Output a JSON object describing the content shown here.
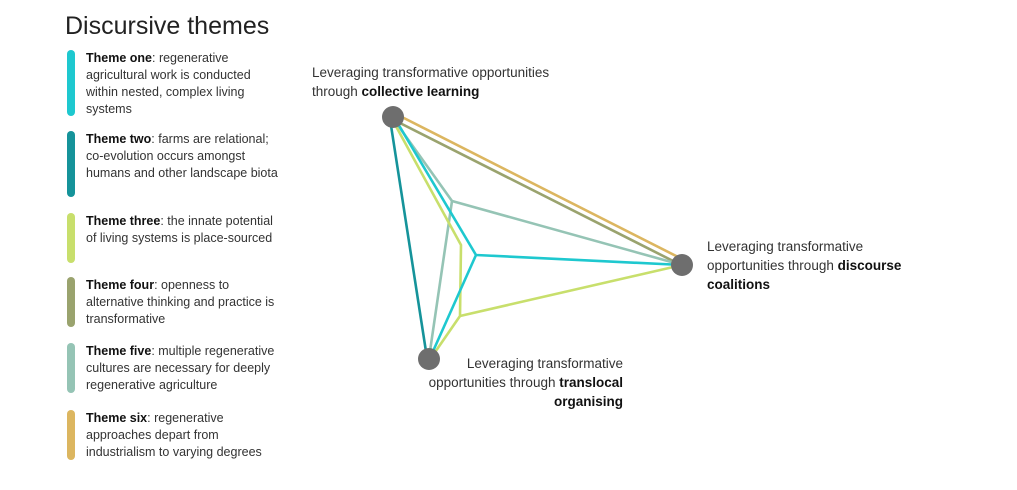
{
  "title": "Discursive themes",
  "themes": [
    {
      "name": "Theme one",
      "desc": ": regenerative agricultural work is conducted within nested, complex living systems",
      "color": "#1ec8cf"
    },
    {
      "name": "Theme two",
      "desc": ": farms are relational; co-evolution occurs amongst humans and other landscape biota",
      "color": "#15939a"
    },
    {
      "name": "Theme three",
      "desc": ": the innate potential of living systems is place-sourced",
      "color": "#c8df6c"
    },
    {
      "name": "Theme four",
      "desc": ": openness to alternative thinking and practice is transformative",
      "color": "#9aa36e"
    },
    {
      "name": "Theme five",
      "desc": ": multiple regenerative cultures are necessary for deeply regenerative agriculture",
      "color": "#95c4b5"
    },
    {
      "name": "Theme six",
      "desc": ": regenerative approaches depart from industrialism to varying degrees",
      "color": "#dcb660"
    }
  ],
  "nodes": {
    "collective": {
      "prefix": "Leveraging transformative opportunities through ",
      "bold": "collective learning"
    },
    "discourse": {
      "prefix": "Leveraging transformative opportunities through ",
      "bold": "discourse coalitions"
    },
    "translocal": {
      "prefix": "Leveraging transformative opportunities through ",
      "bold": "translocal organising"
    }
  },
  "node_color": "#6e6e6e"
}
